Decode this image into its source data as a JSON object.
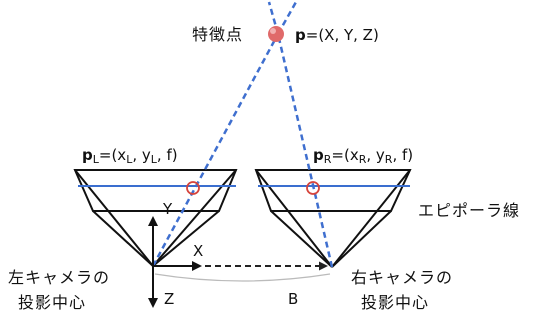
{
  "colors": {
    "outline": "#111111",
    "epipolar_line": "#3a6ecf",
    "projection_ray": "#3f6fcf",
    "baseline": "#222222",
    "feature_point": "#e06a6a",
    "marker_ring": "#d6443c"
  },
  "feature_point": {
    "label": "特徴点",
    "coord_bold": "p",
    "coord_rest": "=(X, Y, Z)"
  },
  "left_image_point": {
    "bold": "p",
    "bold_sub": "L",
    "eq": "=(x",
    "x_sub": "L",
    "mid": ", y",
    "y_sub": "L",
    "tail": ", f)"
  },
  "right_image_point": {
    "bold": "p",
    "bold_sub": "R",
    "eq": "=(x",
    "x_sub": "R",
    "mid": ", y",
    "y_sub": "R",
    "tail": ", f)"
  },
  "epipolar_label": "エピポーラ線",
  "left_camera": {
    "line1": "左キャメラの",
    "line2": "投影中心"
  },
  "right_camera": {
    "line1": "右キャメラの",
    "line2": "投影中心"
  },
  "axes": {
    "x": "X",
    "y": "Y",
    "z": "Z"
  },
  "baseline_label": "B"
}
